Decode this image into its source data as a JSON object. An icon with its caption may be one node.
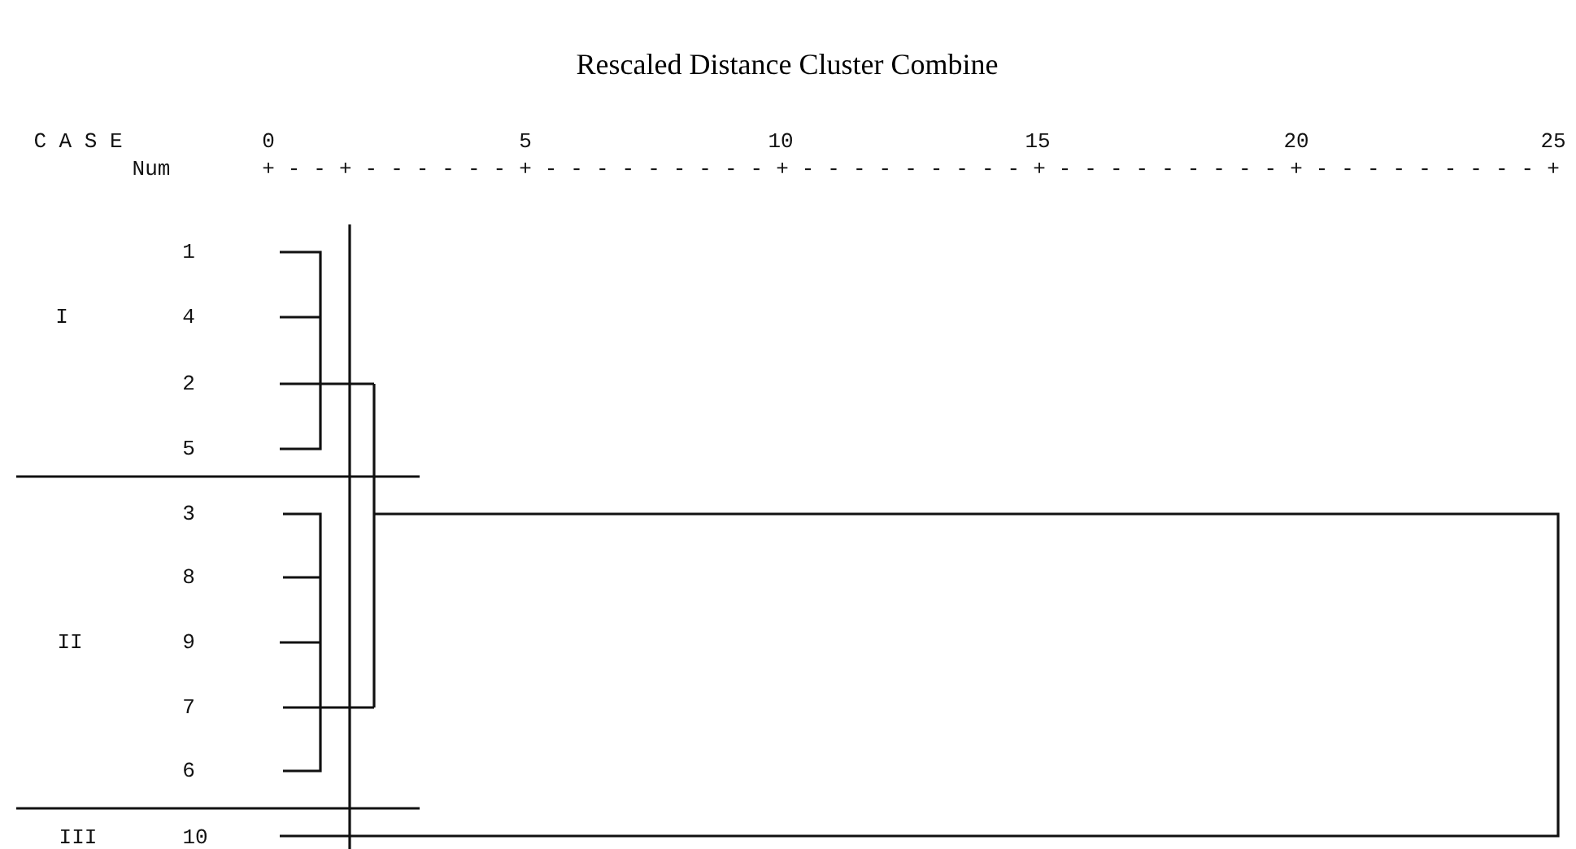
{
  "diagram": {
    "title": "Rescaled Distance Cluster Combine",
    "labels": [
      "C A S E",
      "0",
      "5",
      "10",
      "15",
      "20",
      "25",
      "Num",
      "+--+------+---------+---------+---------+---------+",
      "1",
      "I",
      "4",
      "2",
      "5",
      "3",
      "8",
      "II",
      "9",
      "7",
      "6",
      "III",
      "10"
    ]
  }
}
